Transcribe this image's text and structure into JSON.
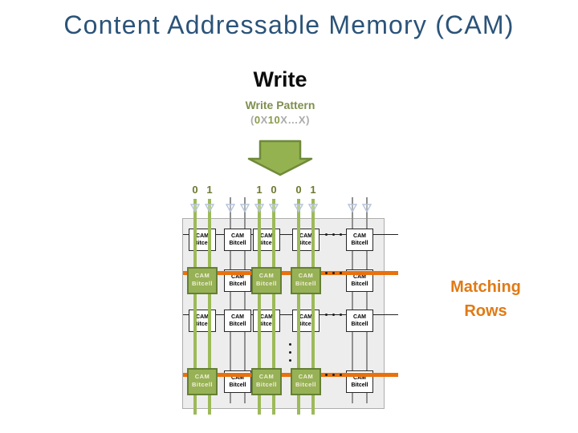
{
  "title": "Content Addressable Memory (CAM)",
  "heading": "Write",
  "subheading": "Write Pattern",
  "pattern_parts": [
    {
      "text": "(",
      "tone": "gray"
    },
    {
      "text": "0",
      "tone": "olive"
    },
    {
      "text": "X",
      "tone": "gray"
    },
    {
      "text": "10",
      "tone": "olive"
    },
    {
      "text": "X…X)",
      "tone": "gray"
    }
  ],
  "matching_label": [
    "Matching",
    "Rows"
  ],
  "cell_label": [
    "CAM",
    "Bitcell"
  ],
  "diagram": {
    "columns": [
      {
        "name": "bit-col-1",
        "driven": true,
        "bits": [
          "0",
          "1"
        ]
      },
      {
        "name": "bit-col-2",
        "driven": false,
        "bits": []
      },
      {
        "name": "bit-col-3",
        "driven": true,
        "bits": [
          "1",
          "0"
        ]
      },
      {
        "name": "bit-col-4",
        "driven": true,
        "bits": [
          "0",
          "1"
        ]
      },
      {
        "name": "bit-col-n",
        "driven": false,
        "bits": []
      }
    ],
    "rows": [
      {
        "name": "row-1",
        "matching": false
      },
      {
        "name": "row-2",
        "matching": true
      },
      {
        "name": "row-3",
        "matching": false
      },
      {
        "name": "row-n",
        "matching": true
      }
    ]
  },
  "colors": {
    "title_navy": "#2B5379",
    "accent_olive": "#8A9A4B",
    "accent_gray": "#ABABAB",
    "bit_line_green": "#9DBA58",
    "cell_green": "#97B156",
    "match_orange": "#E8710E",
    "label_orange": "#E07A15",
    "arrow_green": "#94B350"
  }
}
